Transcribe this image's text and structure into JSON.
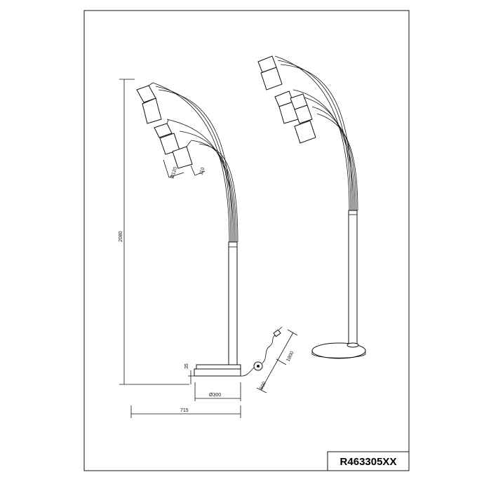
{
  "sheet": {
    "product_code": "R463305XX"
  },
  "dimensions": {
    "height": "2080",
    "shade_diameter": "Ø120",
    "shade_height": "110",
    "base_height": "35",
    "base_diameter": "Ø300",
    "width": "715",
    "cable_upper": "1800",
    "cable_lower": "500"
  },
  "colors": {
    "line": "#111111",
    "background": "#ffffff"
  }
}
